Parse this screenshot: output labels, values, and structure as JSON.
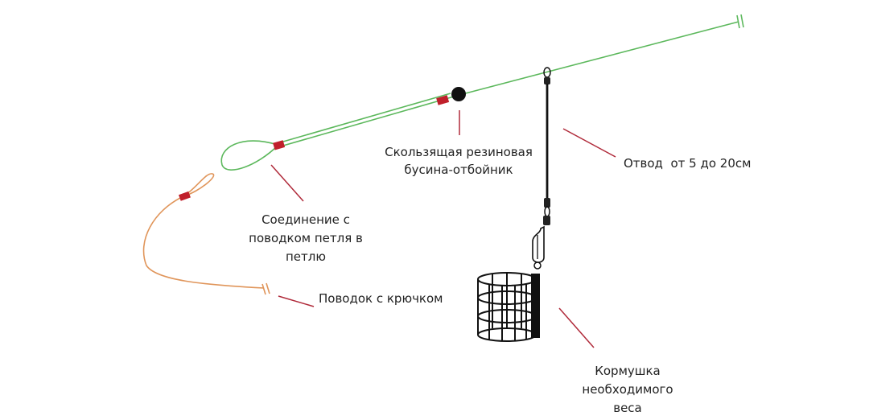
{
  "labels": {
    "bead": {
      "line1": "Скользящая резиновая",
      "line2": "бусина-отбойник"
    },
    "branch": "Отвод  от 5 до 20см",
    "connection": {
      "line1": "Соединение с",
      "line2": "поводком петля в",
      "line3": "петлю"
    },
    "leader": "Поводок с крючком",
    "feeder": {
      "line1": "Кормушка",
      "line2": "необходимого",
      "line3": "веса"
    }
  },
  "colors": {
    "main_line": "#5cb85c",
    "leader_line": "#e0955a",
    "sleeve": "#c0202b",
    "pointer": "#b02a3a",
    "dark": "#111111"
  }
}
